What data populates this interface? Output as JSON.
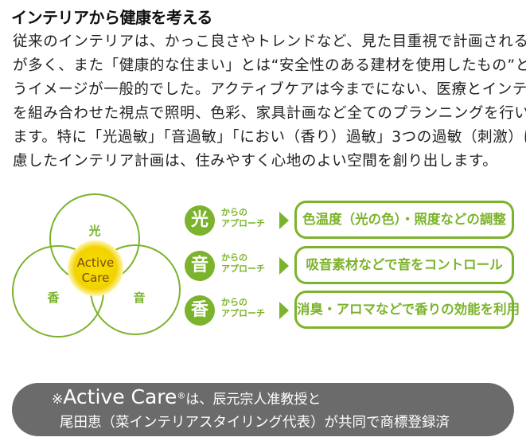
{
  "title": "インテリアから健康を考える",
  "paragraph_lines": [
    "従来のインテリアは、かっこ良さやトレンドなど、見た目重視で計画されること",
    "が多く、また「健康的な住まい」とは“安全性のある建材を使用したもの”とい",
    "うイメージが一般的でした。アクティブケアは今までにない、医療とインテリア",
    "を組み合わせた視点で照明、色彩、家具計画など全てのプランニングを行い",
    "ます。特に「光過敏」「音過敏」「におい（香り）過敏」3つの過敏（刺激）に配",
    "慮したインテリア計画は、住みやすく心地のよい空間を創り出します。"
  ],
  "venn": {
    "top": "光",
    "left": "香",
    "right": "音",
    "center_line1": "Active",
    "center_line2": "Care"
  },
  "approaches": [
    {
      "badge": "光",
      "sub1": "からの",
      "sub2": "アプローチ",
      "text": "色温度（光の色）・照度などの調整"
    },
    {
      "badge": "音",
      "sub1": "からの",
      "sub2": "アプローチ",
      "text": "吸音素材などで音をコントロール"
    },
    {
      "badge": "香",
      "sub1": "からの",
      "sub2": "アプローチ",
      "text": "消臭・アロマなどで香りの効能を利用"
    }
  ],
  "footer": {
    "mark": "※",
    "brand": "Active Care",
    "registered": "®",
    "line1_rest": "は、辰元宗人准教授と",
    "line2": "尾田恵（菜インテリアスタイリング代表）が共同で商標登録済"
  },
  "colors": {
    "green": "#7cb32c",
    "yellow": "#f2d700",
    "footer_bg": "#6b6b6b"
  }
}
